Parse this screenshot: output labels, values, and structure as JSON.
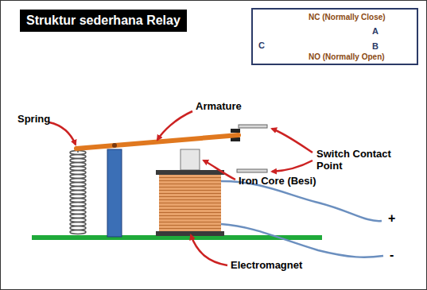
{
  "diagram": {
    "title": "Struktur sederhana Relay",
    "nodes": [
      {
        "text": [
          "NC (Normally Close)",
          "A",
          "C",
          "NO (Normally Open)",
          "B"
        ]
      }
    ],
    "labels": [
      "Armature",
      "Spring",
      "Switch Contact Point",
      "Iron Core (Besi)",
      "Electromagnet",
      "+",
      "-"
    ]
  }
}
